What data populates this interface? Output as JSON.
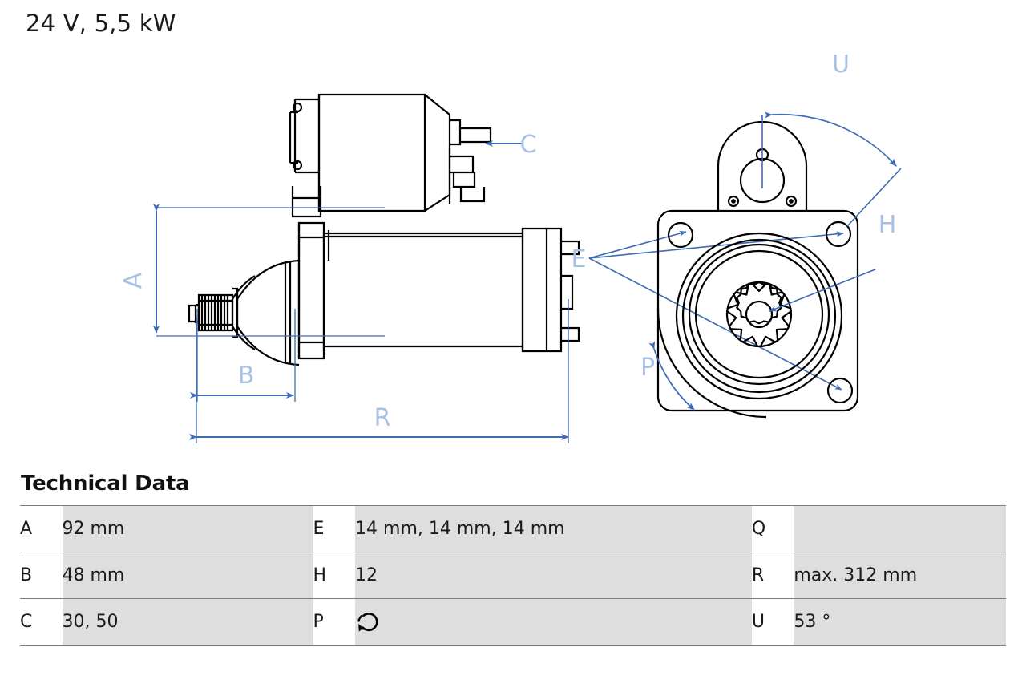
{
  "header": {
    "title": "24 V, 5,5 kW"
  },
  "drawing": {
    "title": "starter-motor-technical-drawing",
    "labels": {
      "A": "A",
      "B": "B",
      "C": "C",
      "E": "E",
      "H": "H",
      "P": "P",
      "R": "R",
      "U": "U"
    },
    "colors": {
      "dimension_line": "#3f6bb5",
      "dimension_label": "#a9c0e6",
      "outline": "#000000"
    }
  },
  "technical_data": {
    "heading": "Technical Data",
    "rows": [
      {
        "k1": "A",
        "v1": "92 mm",
        "k2": "E",
        "v2": "14 mm, 14 mm, 14 mm",
        "k3": "Q",
        "v3": ""
      },
      {
        "k1": "B",
        "v1": "48 mm",
        "k2": "H",
        "v2": "12",
        "k3": "R",
        "v3": "max. 312 mm"
      },
      {
        "k1": "C",
        "v1": "30, 50",
        "k2": "P",
        "v2": "",
        "k3": "U",
        "v3": "53 °"
      }
    ],
    "p_symbol": "rotation-counterclockwise-icon"
  }
}
